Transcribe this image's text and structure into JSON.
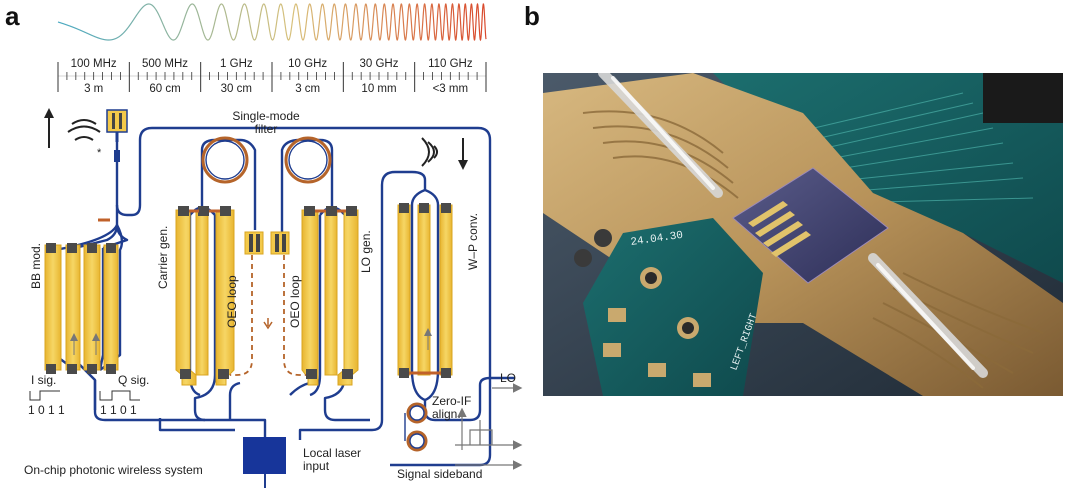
{
  "panels": {
    "a": "a",
    "b": "b"
  },
  "frequency_scale": [
    {
      "freq": "100 MHz",
      "wavelength": "3 m"
    },
    {
      "freq": "500 MHz",
      "wavelength": "60 cm"
    },
    {
      "freq": "1 GHz",
      "wavelength": "30 cm"
    },
    {
      "freq": "10 GHz",
      "wavelength": "3 cm"
    },
    {
      "freq": "30 GHz",
      "wavelength": "10 mm"
    },
    {
      "freq": "110 GHz",
      "wavelength": "<3 mm"
    }
  ],
  "labels": {
    "single_mode_filter": "Single-mode\nfilter",
    "bb_mod": "BB mod.",
    "carrier_gen": "Carrier gen.",
    "oeo_loop_1": "OEO loop",
    "oeo_loop_2": "OEO loop",
    "lo_gen": "LO gen.",
    "wp_conv": "W–P conv.",
    "i_sig": "I sig.",
    "q_sig": "Q sig.",
    "i_bits": "1 0 1 1",
    "q_bits": "1 1 0 1",
    "lo": "LO",
    "zero_if": "Zero-IF\nalign.",
    "local_laser": "Local laser\ninput",
    "signal_sideband": "Signal sideband",
    "system_caption": "On-chip photonic wireless system",
    "asterisk": "*"
  },
  "photo_labels": {
    "date": "24.04.30",
    "left_right": "LEFT_RIGHT"
  },
  "colors": {
    "waveguide": "#1f3d8f",
    "electrode": "#f3c94a",
    "electrode_edge": "#d9a520",
    "pad": "#444444",
    "ring": "#b5642a",
    "laser": "#17359a",
    "chirp_start": "#4aa9c2",
    "chirp_end": "#d9482b"
  }
}
